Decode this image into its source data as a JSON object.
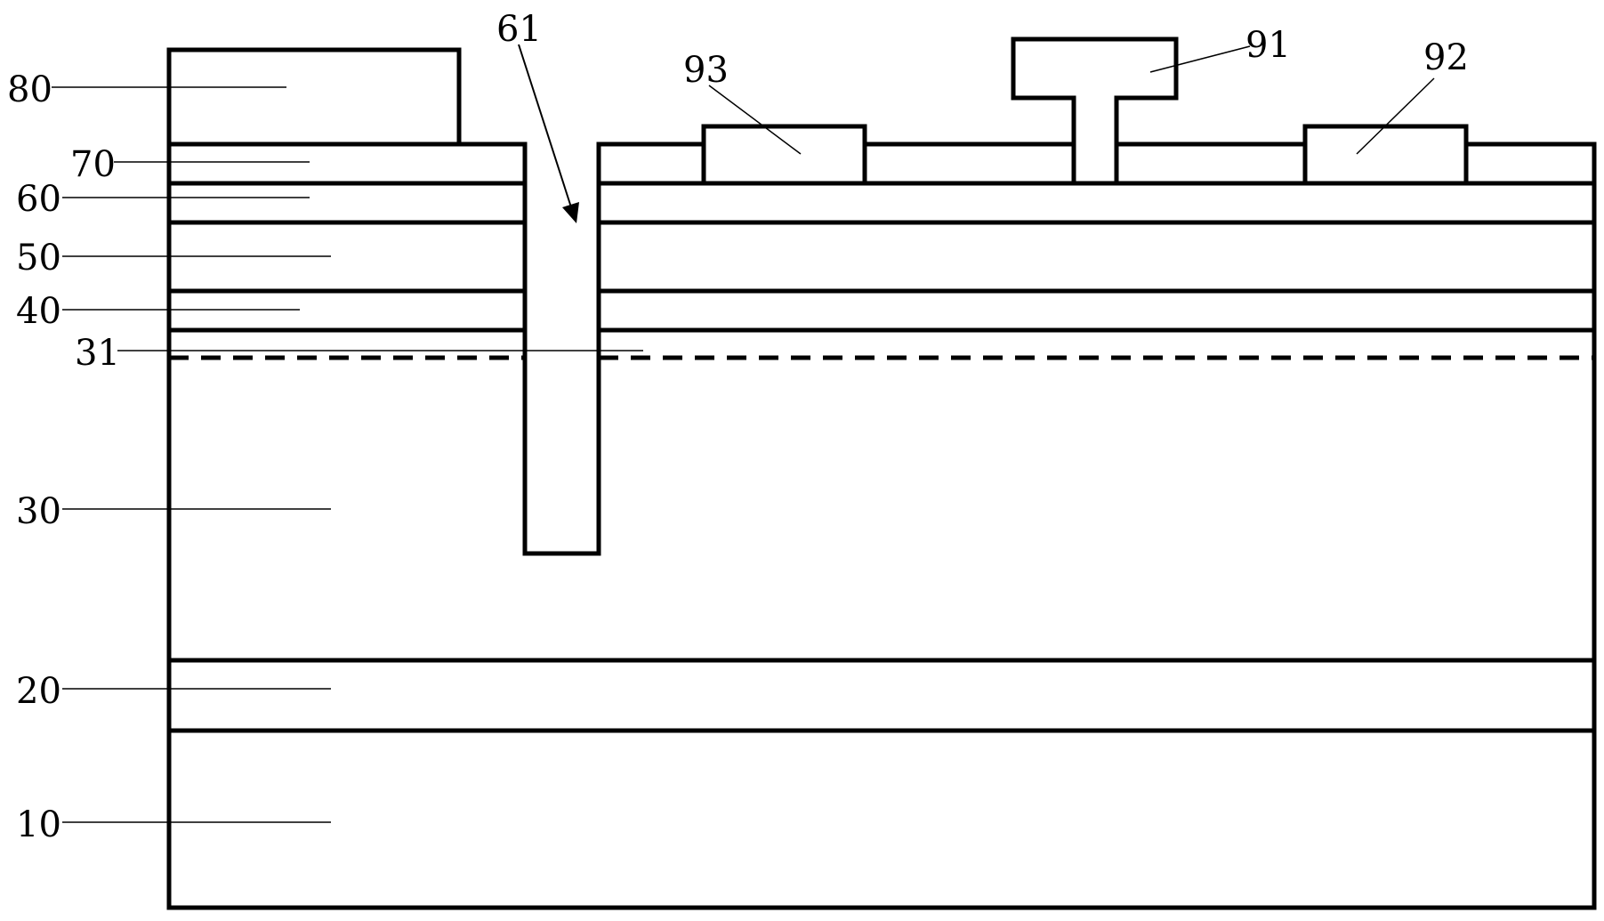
{
  "labels": {
    "l80": "80",
    "l70": "70",
    "l60": "60",
    "l50": "50",
    "l40": "40",
    "l31": "31",
    "l30": "30",
    "l20": "20",
    "l10": "10",
    "l61": "61",
    "l93": "93",
    "l91": "91",
    "l92": "92"
  },
  "colors": {
    "line": "#000000",
    "background": "#ffffff"
  }
}
